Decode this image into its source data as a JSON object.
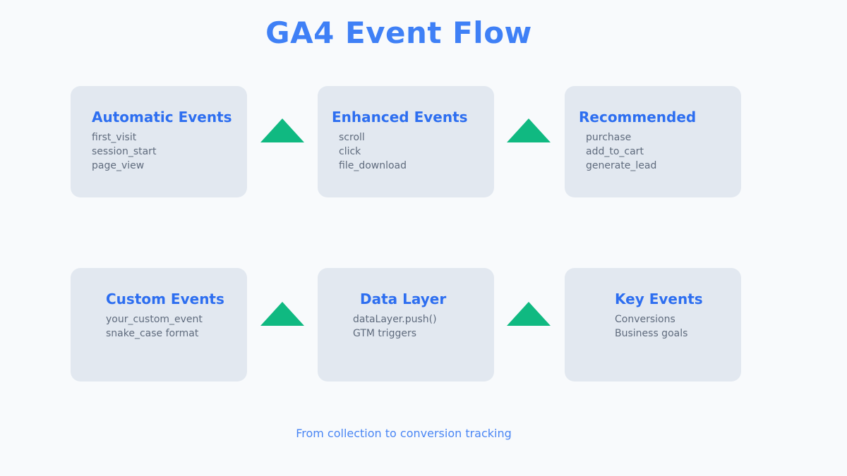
{
  "title": "GA4 Event Flow",
  "caption": "From collection to conversion tracking",
  "colors": {
    "background": "#f8fafc",
    "card_background": "#e2e8f0",
    "title_blue": "#3f80f6",
    "heading_blue": "#2d6ef0",
    "body_gray": "#5f6b7d",
    "arrow_green": "#10b981",
    "caption_blue": "#4a86f4"
  },
  "arrow_icon": "triangle-up",
  "arrow_count": 4,
  "cards": [
    {
      "title": "Automatic Events",
      "items": [
        "first_visit",
        "session_start",
        "page_view"
      ]
    },
    {
      "title": "Enhanced Events",
      "items": [
        "scroll",
        "click",
        "file_download"
      ]
    },
    {
      "title": "Recommended",
      "items": [
        "purchase",
        "add_to_cart",
        "generate_lead"
      ]
    },
    {
      "title": "Custom Events",
      "items": [
        "your_custom_event",
        "snake_case format"
      ]
    },
    {
      "title": "Data Layer",
      "items": [
        "dataLayer.push()",
        "GTM triggers"
      ]
    },
    {
      "title": "Key Events",
      "items": [
        "Conversions",
        "Business goals"
      ]
    }
  ]
}
